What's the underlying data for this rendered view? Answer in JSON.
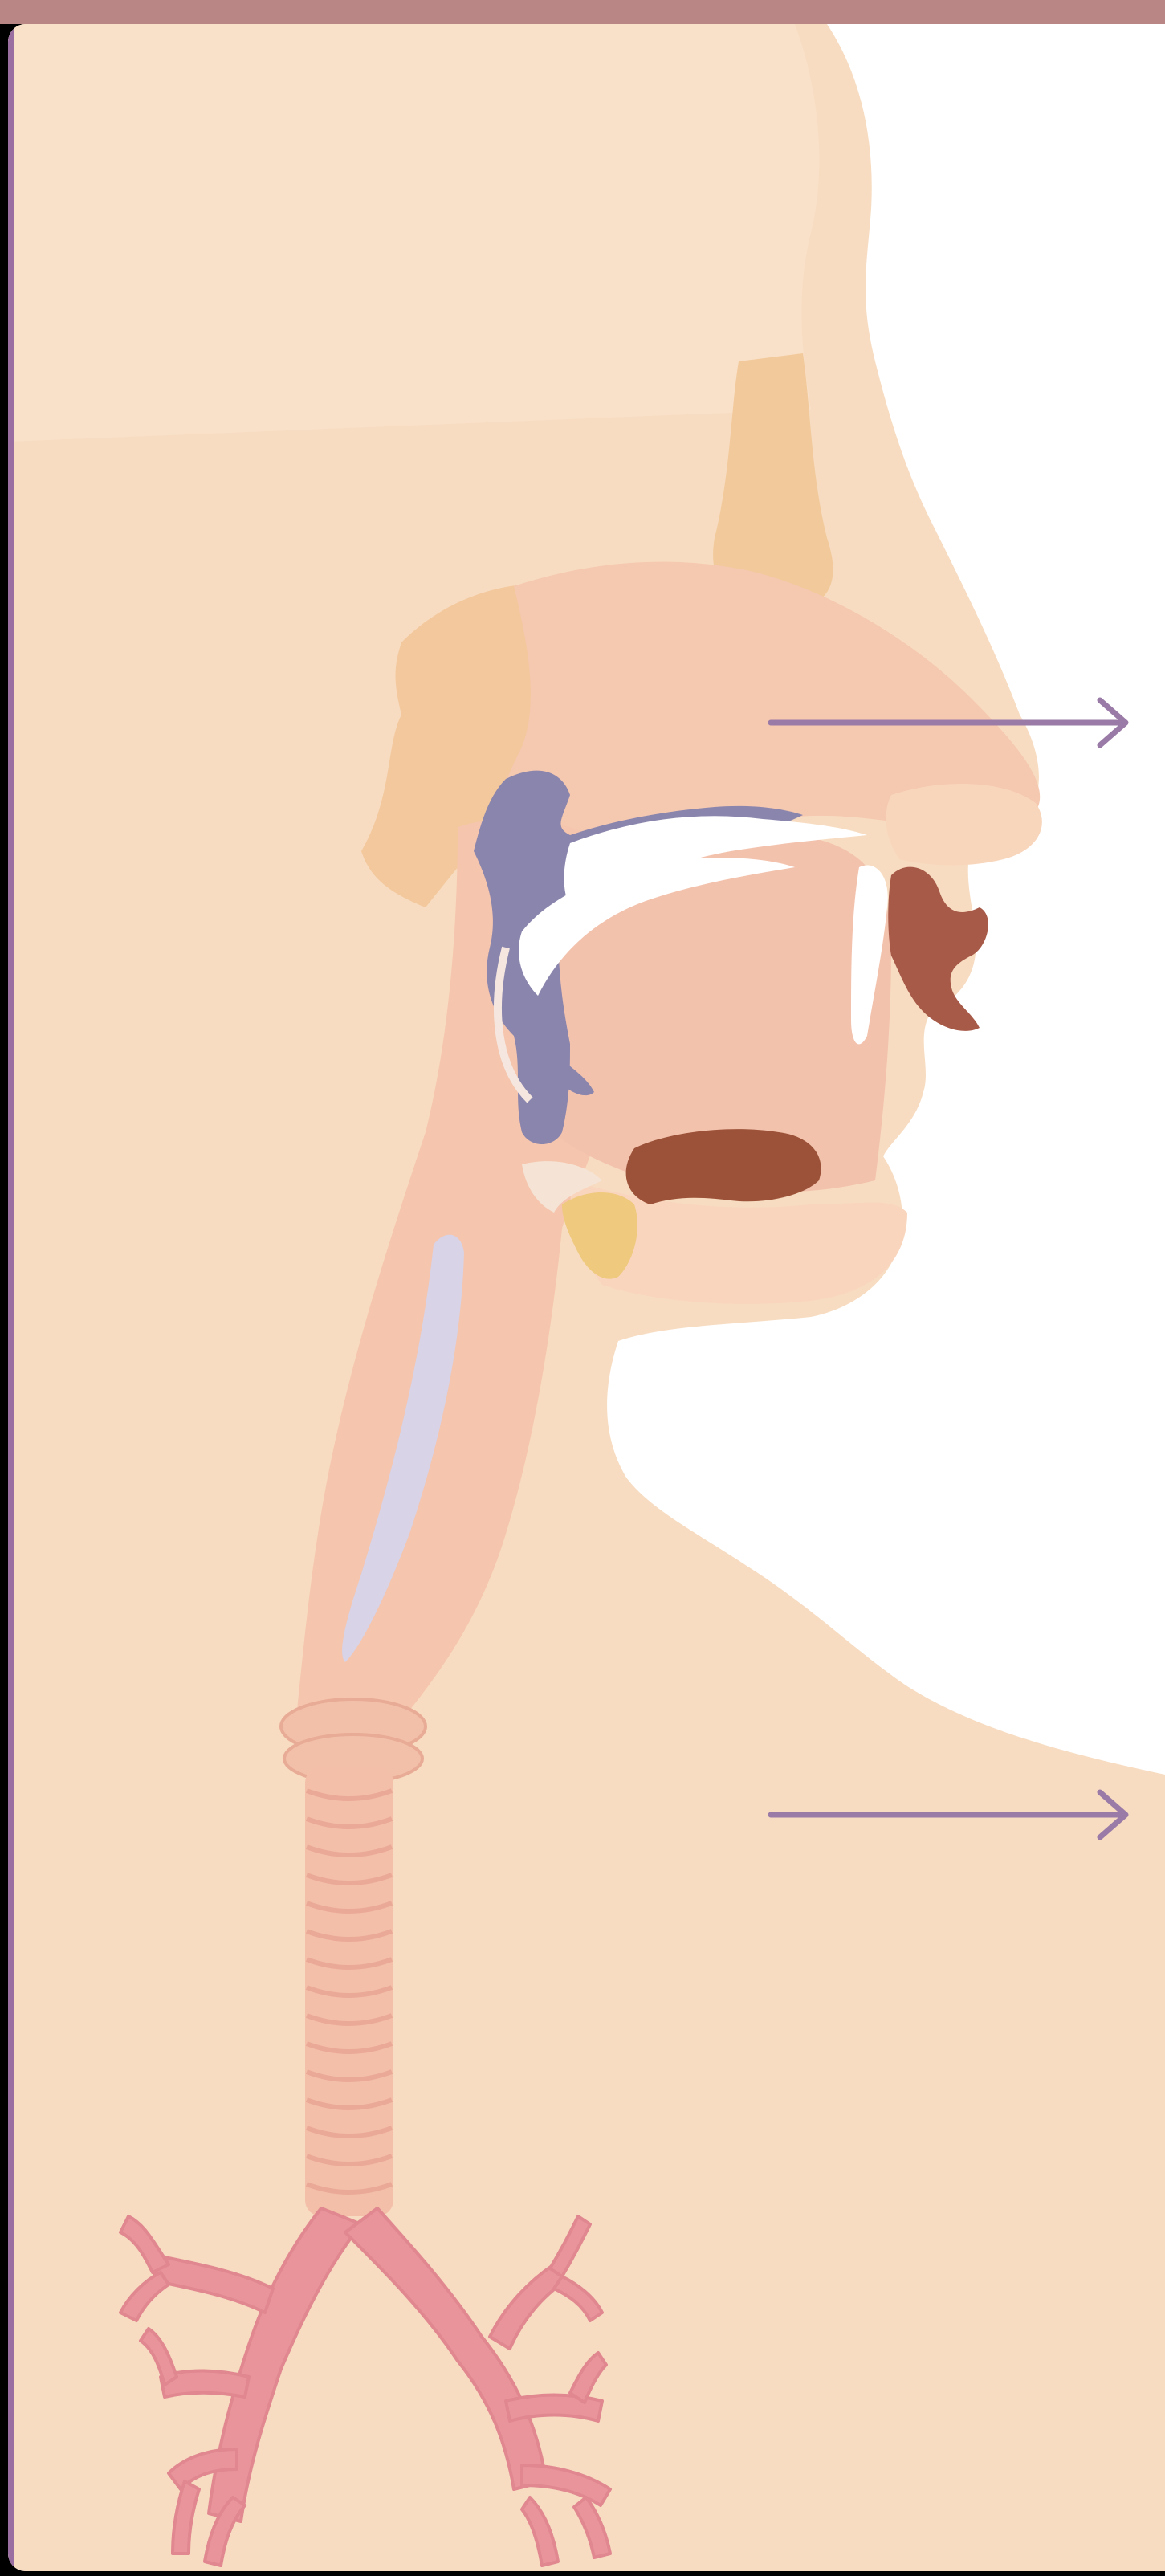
{
  "diagram": {
    "subject": "respiratory-tract-side-view",
    "arrows": [
      {
        "id": "upper-arrow",
        "label": ""
      },
      {
        "id": "lower-arrow",
        "label": ""
      }
    ]
  },
  "colors": {
    "frame": "#b98585",
    "border": "#9a6ea0",
    "skin": "#f7dcc1",
    "skin_light": "#fadfc8",
    "cavity": "#f5c8b0",
    "sinus": "#f2c99a",
    "bone_blue": "#8a85ad",
    "tongue": "#9c5238",
    "lips": "#a85a48",
    "epiglottis": "#efc97d",
    "trachea": "#f4c2ad",
    "bronchi": "#e8949a",
    "arrow": "#9a7aa6",
    "background": "#ffffff"
  }
}
